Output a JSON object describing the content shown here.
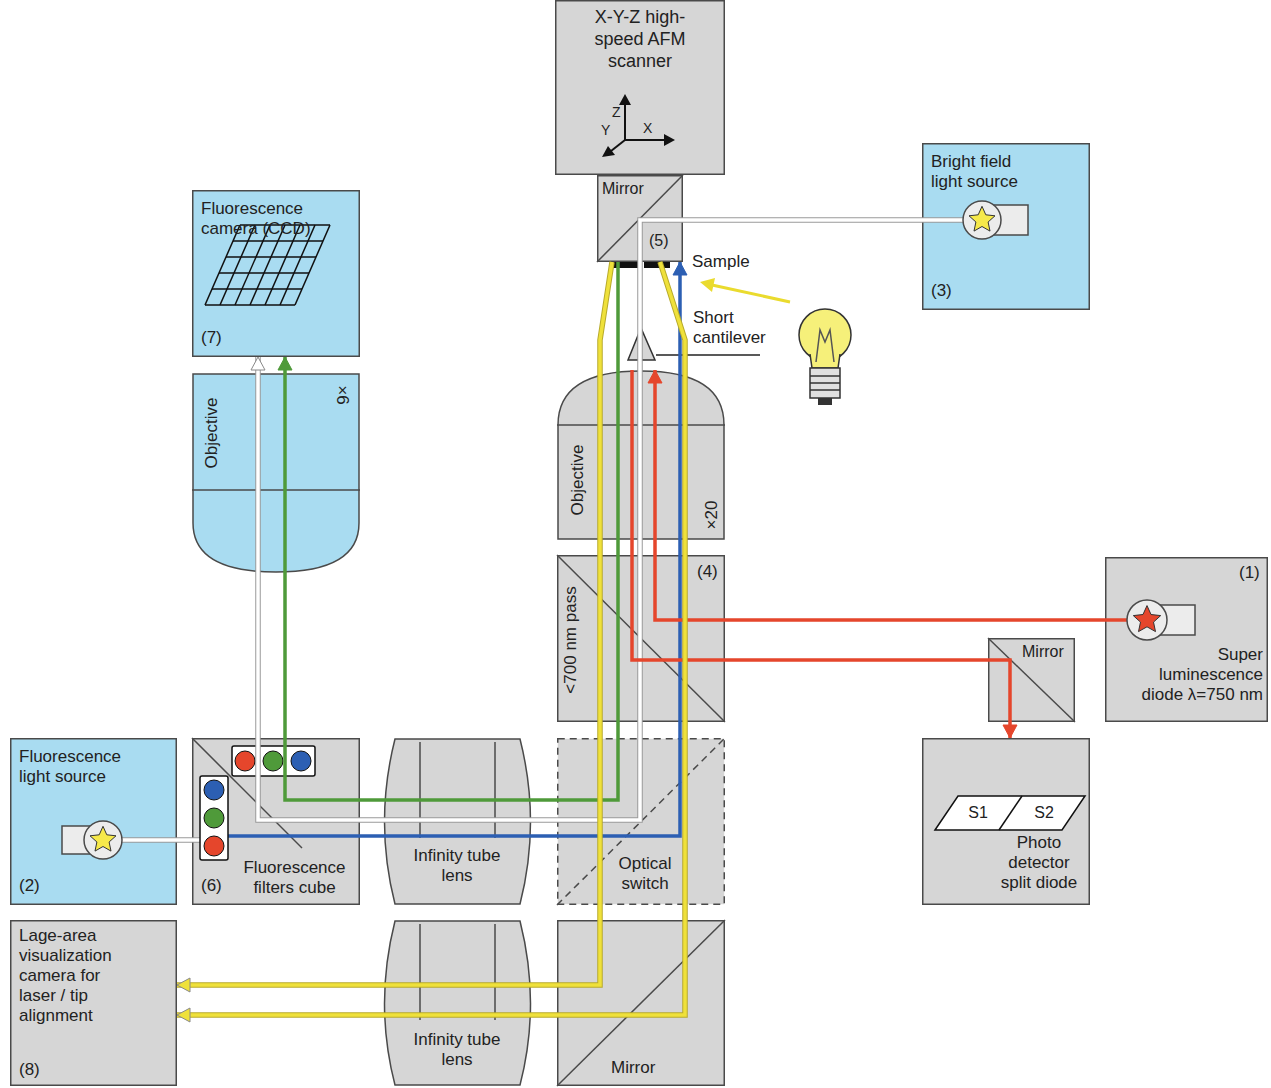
{
  "diagram": {
    "nodes": [
      {
        "text": [
          "X-Y-Z high-speed AFM scanner"
        ]
      },
      {
        "text": [
          "Mirror",
          "(5)"
        ]
      },
      {
        "text": [
          "Bright field light source",
          "(3)"
        ]
      },
      {
        "text": [
          "Fluorescence camera (CCD)",
          "(7)"
        ]
      },
      {
        "text": [
          "Objective",
          "×6"
        ]
      },
      {
        "text": [
          "Objective",
          "×20"
        ]
      },
      {
        "text": [
          "<700 nm pass",
          "(4)"
        ]
      },
      {
        "text": [
          "(1)",
          "Super luminescence diode λ=750 nm"
        ]
      },
      {
        "text": [
          "Mirror"
        ]
      },
      {
        "text": [
          "S1",
          "S2",
          "Photo detector split diode"
        ]
      },
      {
        "text": [
          "Fluorescence light source",
          "(2)"
        ]
      },
      {
        "text": [
          "(6)",
          "Fluorescence filters cube"
        ]
      },
      {
        "text": [
          "Infinity tube lens"
        ]
      },
      {
        "text": [
          "Optical switch"
        ]
      },
      {
        "text": [
          "Lage-area visualization camera for laser / tip alignment",
          "(8)"
        ]
      },
      {
        "text": [
          "Infinity tube lens"
        ]
      },
      {
        "text": [
          "Mirror"
        ]
      }
    ],
    "edges": [
      {
        "from": 10,
        "to": 11,
        "arrow": "none"
      },
      {
        "from": 11,
        "to": 1,
        "arrow": "to"
      },
      {
        "from": 1,
        "to": 3,
        "arrow": "to"
      },
      {
        "from": 2,
        "to": 3,
        "arrow": "to"
      },
      {
        "from": 7,
        "to": 5,
        "arrow": "to"
      },
      {
        "from": 5,
        "to": 8,
        "arrow": "none"
      },
      {
        "from": 8,
        "to": 9,
        "arrow": "to"
      },
      {
        "from": 1,
        "to": 14,
        "arrow": "to"
      },
      {
        "from": 1,
        "to": 14,
        "arrow": "to"
      }
    ],
    "labels": [
      "Z",
      "X",
      "Y",
      "Sample",
      "Short cantilever"
    ]
  }
}
